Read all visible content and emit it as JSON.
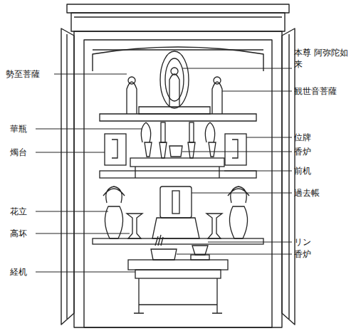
{
  "diagram": {
    "labels": [
      "勢至菩薩",
      "華瓶",
      "燭台",
      "花立",
      "高坏",
      "経机",
      "本尊 阿弥陀如来",
      "観世音菩薩",
      "位牌",
      "香炉",
      "前机",
      "過去帳",
      "リン",
      "香炉"
    ]
  }
}
